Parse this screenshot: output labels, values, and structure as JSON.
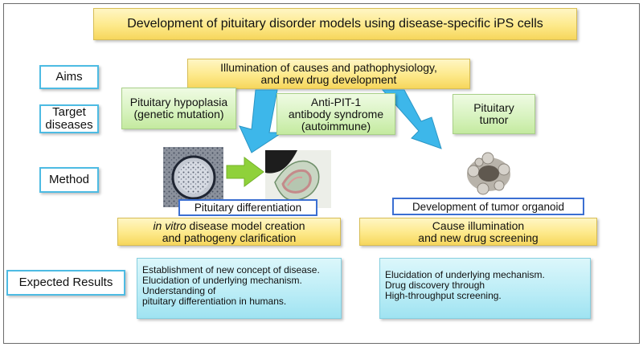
{
  "title": "Development of pituitary disorder models using disease-specific iPS cells",
  "labels": {
    "aims": "Aims",
    "target_line1": "Target",
    "target_line2": "diseases",
    "method": "Method",
    "expected": "Expected Results"
  },
  "aims_box": {
    "line1": "Illumination of causes and pathophysiology,",
    "line2": "and new drug development"
  },
  "diseases": [
    {
      "line1": "Pituitary hypoplasia",
      "line2": "(genetic mutation)",
      "line3": ""
    },
    {
      "line1": "Anti-PIT-1",
      "line2": "antibody syndrome",
      "line3": "(autoimmune)"
    },
    {
      "line1": "Pituitary",
      "line2": "tumor",
      "line3": ""
    }
  ],
  "method": {
    "left_caption": "Pituitary differentiation",
    "right_caption": "Development of tumor organoid"
  },
  "outcomes": {
    "left_line1_italic": "in vitro",
    "left_line1_rest": " disease model creation",
    "left_line2": "and pathogeny clarification",
    "right_line1": "Cause illumination",
    "right_line2": "and new drug screening"
  },
  "expected_results": {
    "left": [
      "Establishment of new concept of disease.",
      "Elucidation of underlying mechanism.",
      "Understanding of",
      "pituitary differentiation in humans."
    ],
    "right": [
      "Elucidation of underlying mechanism.",
      "Drug discovery through",
      "High-throughput screening."
    ]
  },
  "colors": {
    "label_border": "#4dbbe3",
    "arrow_blue": "#3db7ea",
    "arrow_green": "#8fd13a",
    "caption_border": "#3b6fd2"
  }
}
